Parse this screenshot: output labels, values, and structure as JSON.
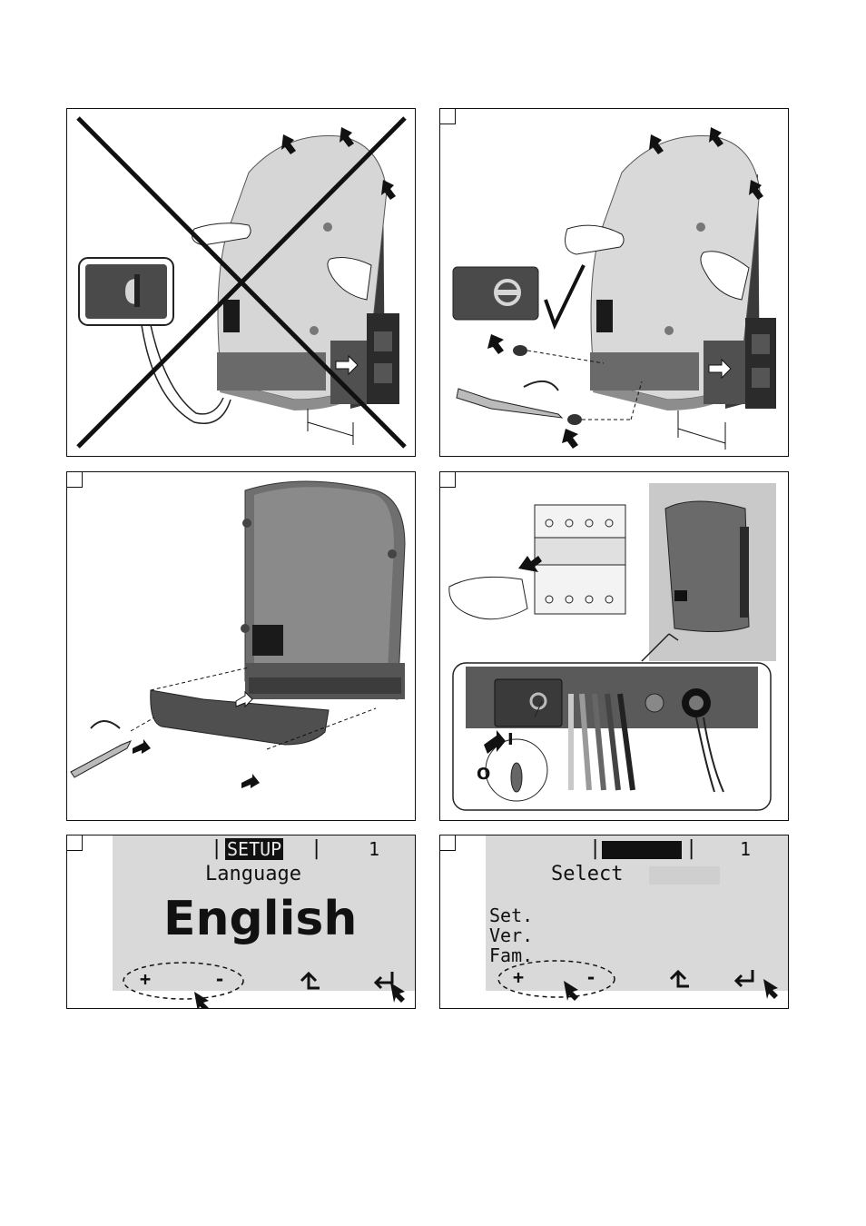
{
  "screen1": {
    "bar_left": "|",
    "menu_title": "SETUP",
    "bar_right": "|",
    "page_number": "1",
    "heading": "Language",
    "value": "English",
    "btn_plus": "+",
    "btn_minus": "-"
  },
  "screen2": {
    "bar_left": "|",
    "bar_right": "|",
    "page_number": "1",
    "heading": "Select",
    "line1": "Set.",
    "line2": "Ver.",
    "line3": "Fam.",
    "btn_plus": "+",
    "btn_minus": "-"
  },
  "switch_labels": {
    "on": "I",
    "off": "O"
  }
}
